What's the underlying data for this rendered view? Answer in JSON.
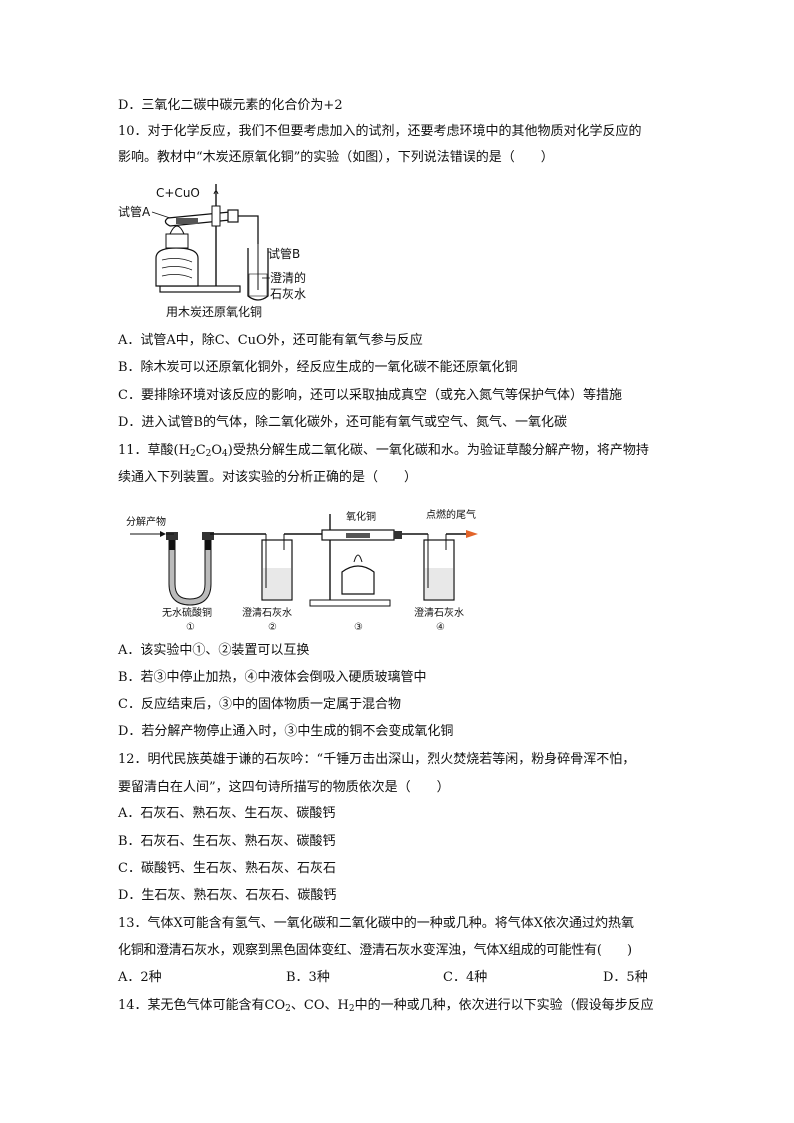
{
  "q9": {
    "option_d": "D．三氧化二碳中碳元素的化合价为+2"
  },
  "q10": {
    "stem_line1": "10．对于化学反应，我们不但要考虑加入的试剂，还要考虑环境中的其他物质对化学反应的",
    "stem_line2": "影响。教材中“木炭还原氧化铜”的实验（如图），下列说法错误的是（　　）",
    "figure": {
      "label_reactants": "C+CuO",
      "label_tube_a": "试管A",
      "label_tube_b": "试管B",
      "label_limewater_1": "澄清的",
      "label_limewater_2": "石灰水",
      "caption": "用木炭还原氧化铜"
    },
    "options": [
      "A．试管A中，除C、CuO外，还可能有氧气参与反应",
      "B．除木炭可以还原氧化铜外，经反应生成的一氧化碳不能还原氧化铜",
      "C．要排除环境对该反应的影响，还可以采取抽成真空（或充入氮气等保护气体）等措施",
      "D．进入试管B的气体，除二氧化碳外，还可能有氧气或空气、氮气、一氧化碳"
    ]
  },
  "q11": {
    "stem_part1": "11．草酸(H",
    "stem_sub1": "2",
    "stem_part2": "C",
    "stem_sub2": "2",
    "stem_part3": "O",
    "stem_sub3": "4",
    "stem_part4": ")受热分解生成二氧化碳、一氧化碳和水。为验证草酸分解产物，将产物持",
    "stem_line2": "续通入下列装置。对该实验的分析正确的是（　　）",
    "figure": {
      "label_input": "分解产物",
      "label_cuo": "氧化铜",
      "label_tail": "点燃的尾气",
      "label_1": "无水硫酸铜",
      "label_2": "澄清石灰水",
      "label_4": "澄清石灰水",
      "num_1": "①",
      "num_2": "②",
      "num_3": "③",
      "num_4": "④"
    },
    "options": [
      "A．该实验中①、②装置可以互换",
      "B．若③中停止加热，④中液体会倒吸入硬质玻璃管中",
      "C．反应结束后，③中的固体物质一定属于混合物",
      "D．若分解产物停止通入时，③中生成的铜不会变成氧化铜"
    ]
  },
  "q12": {
    "stem_line1": "12．明代民族英雄于谦的石灰吟：“千锤万击出深山，烈火焚烧若等闲，粉身碎骨浑不怕，",
    "stem_line2": "要留清白在人间”，这四句诗所描写的物质依次是（　　）",
    "options": [
      "A．石灰石、熟石灰、生石灰、碳酸钙",
      "B．石灰石、生石灰、熟石灰、碳酸钙",
      "C．碳酸钙、生石灰、熟石灰、石灰石",
      "D．生石灰、熟石灰、石灰石、碳酸钙"
    ]
  },
  "q13": {
    "stem_line1": "13．气体X可能含有氢气、一氧化碳和二氧化碳中的一种或几种。将气体X依次通过灼热氧",
    "stem_line2": "化铜和澄清石灰水，观察到黑色固体变红、澄清石灰水变浑浊，气体X组成的可能性有(　　)",
    "options": [
      "A．2种",
      "B．3种",
      "C．4种",
      "D．5种"
    ]
  },
  "q14": {
    "part1": "14．某无色气体可能含有CO",
    "sub1": "2",
    "part2": "、CO、H",
    "sub2": "2",
    "part3": "中的一种或几种，依次进行以下实验（假设每步反应"
  },
  "colors": {
    "text": "#111111",
    "flame": "#e2642a"
  }
}
